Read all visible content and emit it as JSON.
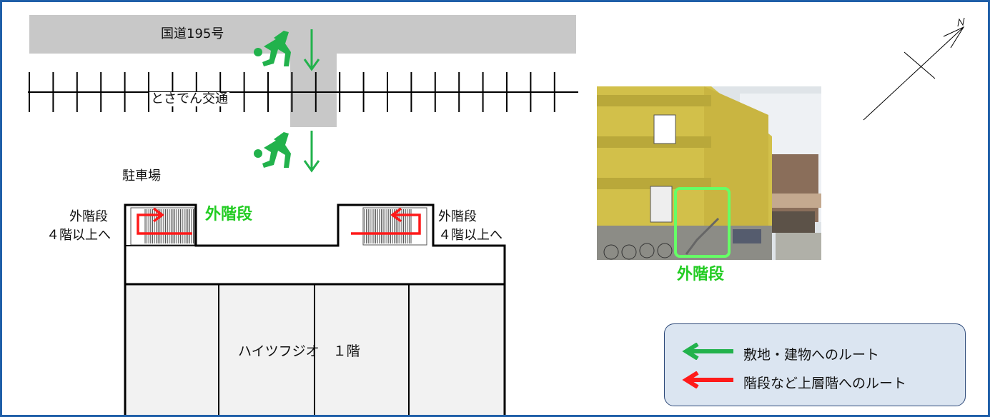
{
  "map": {
    "road_label": "国道195号",
    "tram_label": "とさでん交通",
    "parking_label": "駐車場",
    "stair_left_label": [
      "外階段",
      "４階以上へ"
    ],
    "stair_right_label": [
      "外階段",
      "４階以上へ"
    ],
    "stair_center_label": "外階段",
    "building_label": "ハイツフジオ　１階"
  },
  "photo": {
    "caption": "外階段",
    "highlight_color": "#66ff66"
  },
  "legend": {
    "items": [
      {
        "label": "敷地・建物へのルート",
        "color": "#22b24c"
      },
      {
        "label": "階段など上層階へのルート",
        "color": "#ff1a1a"
      }
    ]
  },
  "colors": {
    "frame": "#1f5fa8",
    "road": "#c8c8c8",
    "route_green": "#22b24c",
    "route_red": "#ff1a1a",
    "building_fill": "#f2f2f2"
  },
  "compass": {
    "icon": "north-arrow-icon",
    "letter": "N"
  }
}
